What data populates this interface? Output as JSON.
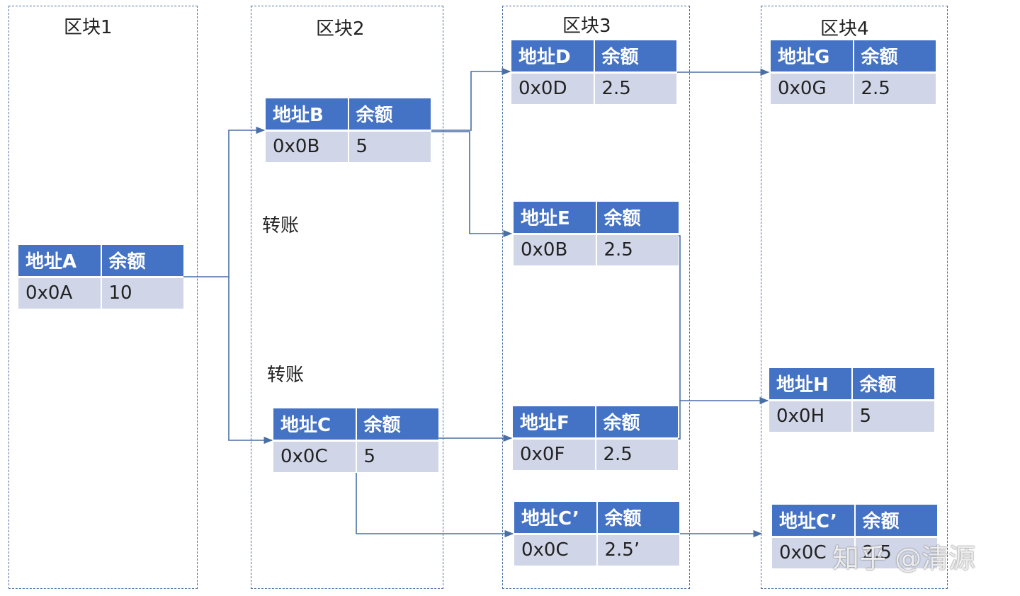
{
  "blocks": [
    {
      "title": "区块1"
    },
    {
      "title": "区块2"
    },
    {
      "title": "区块3"
    },
    {
      "title": "区块4"
    }
  ],
  "header_balance": "余额",
  "accounts": {
    "A": {
      "address_label": "地址A",
      "address": "0x0A",
      "balance": "10"
    },
    "B": {
      "address_label": "地址B",
      "address": "0x0B",
      "balance": "5"
    },
    "C": {
      "address_label": "地址C",
      "address": "0x0C",
      "balance": "5"
    },
    "D": {
      "address_label": "地址D",
      "address": "0x0D",
      "balance": "2.5"
    },
    "E": {
      "address_label": "地址E",
      "address": "0x0B",
      "balance": "2.5"
    },
    "F": {
      "address_label": "地址F",
      "address": "0x0F",
      "balance": "2.5"
    },
    "C2": {
      "address_label": "地址C’",
      "address": "0x0C",
      "balance": "2.5’"
    },
    "G": {
      "address_label": "地址G",
      "address": "0x0G",
      "balance": "2.5"
    },
    "H": {
      "address_label": "地址H",
      "address": "0x0H",
      "balance": "5"
    },
    "C3": {
      "address_label": "地址C’",
      "address": "0x0C",
      "balance": "2.5"
    }
  },
  "transfer_label_1": "转账",
  "transfer_label_2": "转账",
  "watermark": "知乎 @清源",
  "colors": {
    "header_bg": "#4472c4",
    "cell_bg": "#d0d6e8",
    "arrow": "#4a6fa5",
    "border": "#4a6fa5"
  }
}
